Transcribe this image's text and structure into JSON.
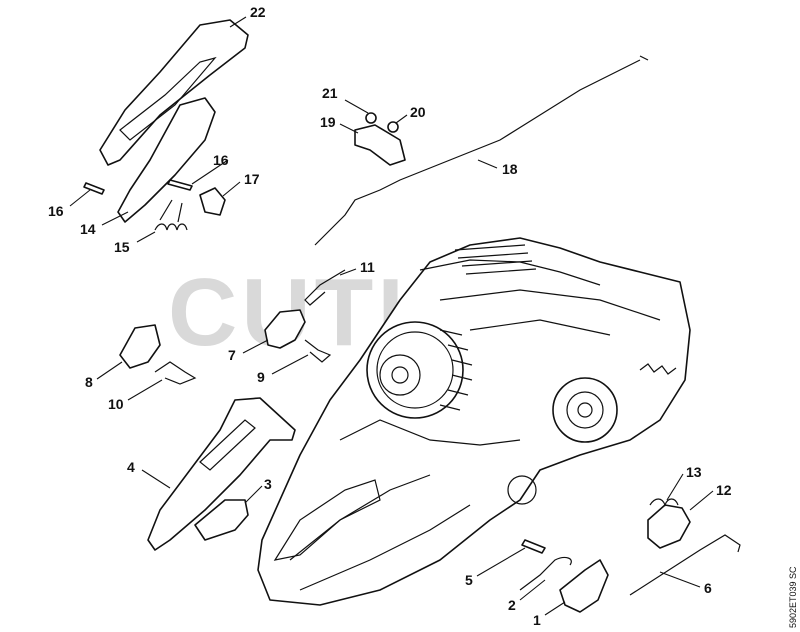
{
  "watermark": "CUTLERS",
  "diagram_ref": "5902ET039 SC",
  "callouts": {
    "c1": "1",
    "c2": "2",
    "c3": "3",
    "c4": "4",
    "c5": "5",
    "c6": "6",
    "c7": "7",
    "c8": "8",
    "c9": "9",
    "c10": "10",
    "c11": "11",
    "c12": "12",
    "c13": "13",
    "c14": "14",
    "c15": "15",
    "c16a": "16",
    "c16b": "16",
    "c17": "17",
    "c18": "18",
    "c19": "19",
    "c20": "20",
    "c21": "21",
    "c22": "22"
  }
}
